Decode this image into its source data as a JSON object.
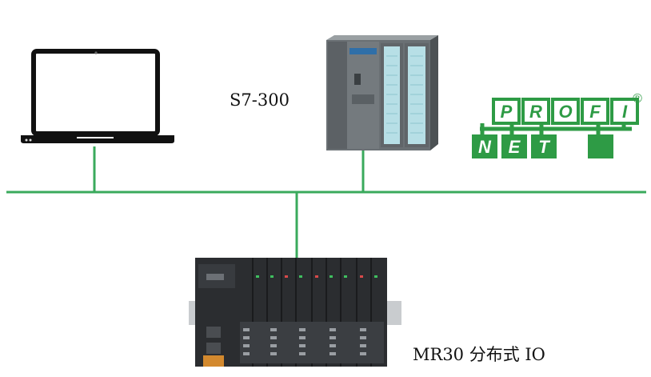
{
  "labels": {
    "plc": "S7-300",
    "io": "MR30 分布式 IO"
  },
  "logo": {
    "top_word": "PROFI",
    "bottom_word": "NET",
    "registered": "®"
  },
  "colors": {
    "network": "#3aaa5c",
    "profinet_green": "#2e9b45",
    "laptop": "#111111",
    "plc_body": "#6a7074",
    "io_body": "#2b2d30"
  },
  "icons": {
    "laptop": "laptop-icon",
    "plc": "plc-s7-300-icon",
    "io": "mr30-io-module-icon",
    "logo": "profinet-logo"
  }
}
